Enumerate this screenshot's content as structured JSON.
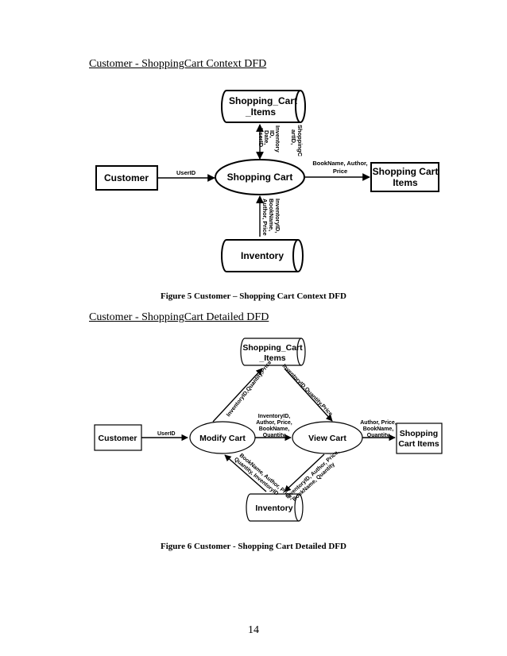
{
  "sections": [
    {
      "heading": "Customer - ShoppingCart Context DFD",
      "caption": "Figure 5 Customer – Shopping Cart Context DFD",
      "nodes": {
        "customer": "Customer",
        "shopping_cart": "Shopping Cart",
        "cart_items_store_line1": "Shopping_Cart",
        "cart_items_store_line2": "_Items",
        "shopping_cart_items_line1": "Shopping Cart",
        "shopping_cart_items_line2": "Items",
        "inventory": "Inventory"
      },
      "flows": {
        "userid": "UserID",
        "output_line1": "BookName, Author,",
        "output_line2": "Price",
        "store_left_1": "Inventory",
        "store_left_2": "ID,",
        "store_left_3": "Date,",
        "store_left_4": "UserID",
        "store_right_1": "ShoppingC",
        "store_right_2": "artID,",
        "inv_1": "InventoryID,",
        "inv_2": "BookName,",
        "inv_3": "Author, Price"
      }
    },
    {
      "heading": "Customer - ShoppingCart Detailed DFD",
      "caption": "Figure 6 Customer - Shopping Cart Detailed DFD",
      "nodes": {
        "customer": "Customer",
        "modify_cart": "Modify Cart",
        "view_cart": "View Cart",
        "cart_items_store_line1": "Shopping_Cart",
        "cart_items_store_line2": "_Items",
        "shopping_cart_items_line1": "Shopping",
        "shopping_cart_items_line2": "Cart Items",
        "inventory": "Inventory"
      },
      "flows": {
        "userid": "UserID",
        "modify_to_store": "InventoryID,Quantity,Price",
        "store_to_view": "InventoryID,Quantity,Price",
        "middle_1": "InventoryID,",
        "middle_2": "Author, Price,",
        "middle_3": "BookName,",
        "middle_4": "Quantity",
        "out_1": "Author, Price,",
        "out_2": "BookName,",
        "out_3": "Quantity",
        "inv_to_modify_1": "BookName, Author, Price,",
        "inv_to_modify_2": "Quantity, InventoryID",
        "view_to_inv_1": "InventoryID, Author, Price,",
        "view_to_inv_2": "BookName, Quantity"
      }
    }
  ],
  "page_number": "14"
}
